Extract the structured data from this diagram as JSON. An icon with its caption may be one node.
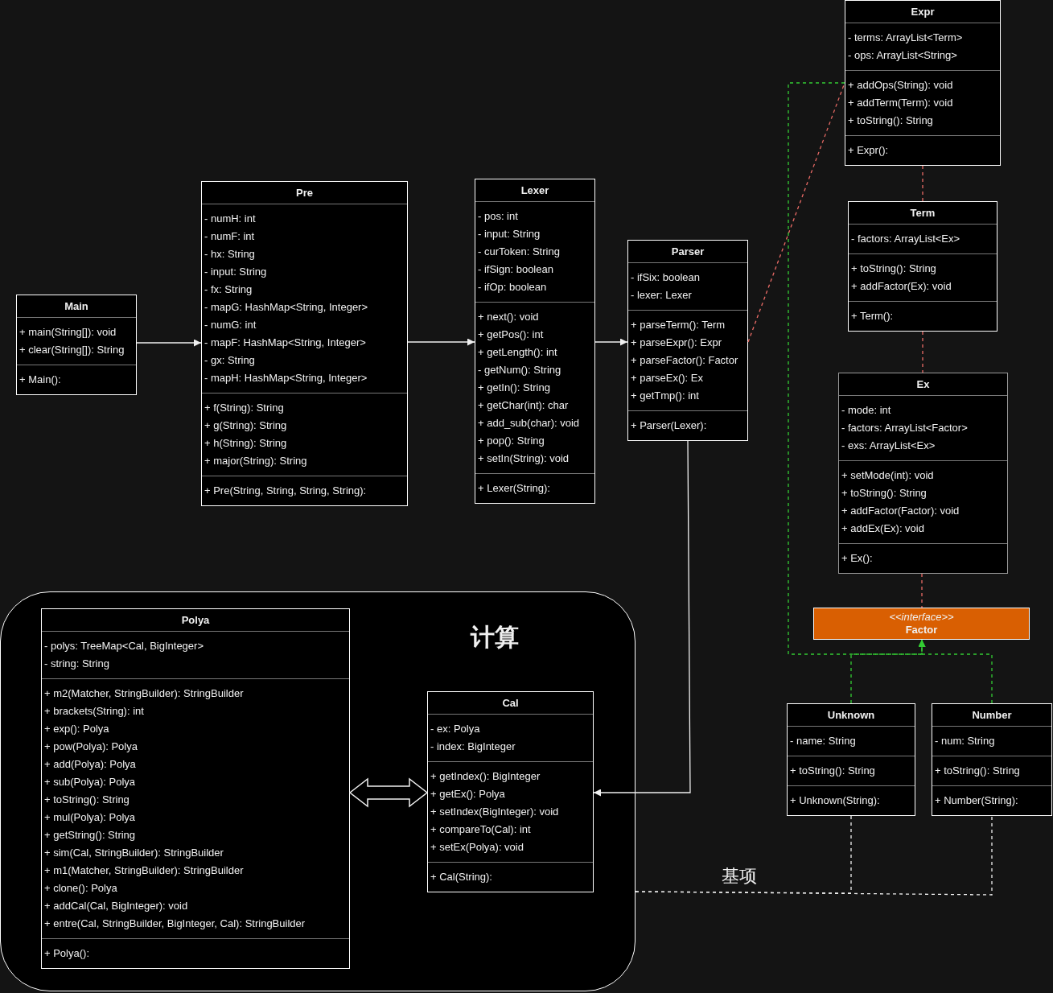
{
  "diagram": {
    "nodes": [
      {
        "text": [
          "Main",
          "+ main(String[]): void",
          "+ clear(String[]): String",
          "+ Main():"
        ]
      },
      {
        "text": [
          "Pre",
          "- numH: int",
          "- numF: int",
          "- hx: String",
          "- input: String",
          "- fx: String",
          "- mapG: HashMap<String, Integer>",
          "- numG: int",
          "- mapF: HashMap<String, Integer>",
          "- gx: String",
          "- mapH: HashMap<String, Integer>",
          "+ f(String): String",
          "+ g(String): String",
          "+ h(String): String",
          "+ major(String): String",
          "+ Pre(String, String, String, String):"
        ]
      },
      {
        "text": [
          "Lexer",
          "- pos: int",
          "- input: String",
          "- curToken: String",
          "- ifSign: boolean",
          "- ifOp: boolean",
          "+ next(): void",
          "+ getPos(): int",
          "+ getLength(): int",
          "- getNum(): String",
          "+ getIn(): String",
          "+ getChar(int): char",
          "+ add_sub(char): void",
          "+ pop(): String",
          "+ setIn(String): void",
          "+ Lexer(String):"
        ]
      },
      {
        "text": [
          "Parser",
          "- ifSix: boolean",
          "- lexer: Lexer",
          "+ parseTerm(): Term",
          "+ parseExpr(): Expr",
          "+ parseFactor(): Factor",
          "+ parseEx(): Ex",
          "+ getTmp(): int",
          "+ Parser(Lexer):"
        ]
      },
      {
        "text": [
          "Expr",
          "- terms: ArrayList<Term>",
          "- ops: ArrayList<String>",
          "+ addOps(String): void",
          "+ addTerm(Term): void",
          "+ toString(): String",
          "+ Expr():"
        ]
      },
      {
        "text": [
          "Term",
          "- factors: ArrayList<Ex>",
          "+ toString(): String",
          "+ addFactor(Ex): void",
          "+ Term():"
        ]
      },
      {
        "text": [
          "Ex",
          "- mode: int",
          "- factors: ArrayList<Factor>",
          "- exs: ArrayList<Ex>",
          "+ setMode(int): void",
          "+ toString(): String",
          "+ addFactor(Factor): void",
          "+ addEx(Ex): void",
          "+ Ex():"
        ]
      },
      {
        "text": [
          "<<interface>>",
          "Factor"
        ]
      },
      {
        "text": [
          "计算"
        ]
      },
      {
        "in": 8,
        "text": [
          "Polya",
          "- polys: TreeMap<Cal, BigInteger>",
          "- string: String",
          "+ m2(Matcher, StringBuilder): StringBuilder",
          "+ brackets(String): int",
          "+ exp(): Polya",
          "+ pow(Polya): Polya",
          "+ add(Polya): Polya",
          "+ sub(Polya): Polya",
          "+ toString(): String",
          "+ mul(Polya): Polya",
          "+ getString(): String",
          "+ sim(Cal, StringBuilder): StringBuilder",
          "+ m1(Matcher, StringBuilder): StringBuilder",
          "+ clone(): Polya",
          "+ addCal(Cal, BigInteger): void",
          "+ entre(Cal, StringBuilder, BigInteger, Cal): StringBuilder",
          "+ Polya():"
        ]
      },
      {
        "in": 8,
        "text": [
          "Cal",
          "- ex: Polya",
          "- index: BigInteger",
          "+ getIndex(): BigInteger",
          "+ getEx(): Polya",
          "+ setIndex(BigInteger): void",
          "+ compareTo(Cal): int",
          "+ setEx(Polya): void",
          "+ Cal(String):"
        ]
      },
      {
        "text": [
          "Unknown",
          "- name: String",
          "+ toString(): String",
          "+ Unknown(String):"
        ]
      },
      {
        "text": [
          "Number",
          "- num: String",
          "+ toString(): String",
          "+ Number(String):"
        ]
      }
    ],
    "edges": [
      {
        "from": 0,
        "to": 1,
        "arrow": "to"
      },
      {
        "from": 1,
        "to": 2,
        "arrow": "to"
      },
      {
        "from": 2,
        "to": 3,
        "arrow": "to"
      },
      {
        "from": 3,
        "to": 10,
        "arrow": "to"
      },
      {
        "from": 9,
        "to": 10,
        "arrow": "both",
        "style": "thick"
      },
      {
        "from": 3,
        "to": 4,
        "arrow": "none",
        "style": "dashed",
        "color": "#ea6b66"
      },
      {
        "from": 4,
        "to": 5,
        "arrow": "none",
        "style": "dashed",
        "color": "#ea6b66"
      },
      {
        "from": 5,
        "to": 6,
        "arrow": "none",
        "style": "dashed",
        "color": "#ea6b66"
      },
      {
        "from": 6,
        "to": 7,
        "arrow": "none",
        "style": "dashed",
        "color": "#ea6b66"
      },
      {
        "from": 4,
        "to": 7,
        "arrow": "to",
        "style": "dashed",
        "color": "#33cc33"
      },
      {
        "from": 11,
        "to": 7,
        "arrow": "to",
        "style": "dashed",
        "color": "#33cc33"
      },
      {
        "from": 12,
        "to": 7,
        "arrow": "to",
        "style": "dashed",
        "color": "#33cc33"
      },
      {
        "from": 8,
        "to": 11,
        "arrow": "none",
        "style": "dashed",
        "label": "基项"
      },
      {
        "from": 8,
        "to": 12,
        "arrow": "none",
        "style": "dashed"
      }
    ]
  }
}
